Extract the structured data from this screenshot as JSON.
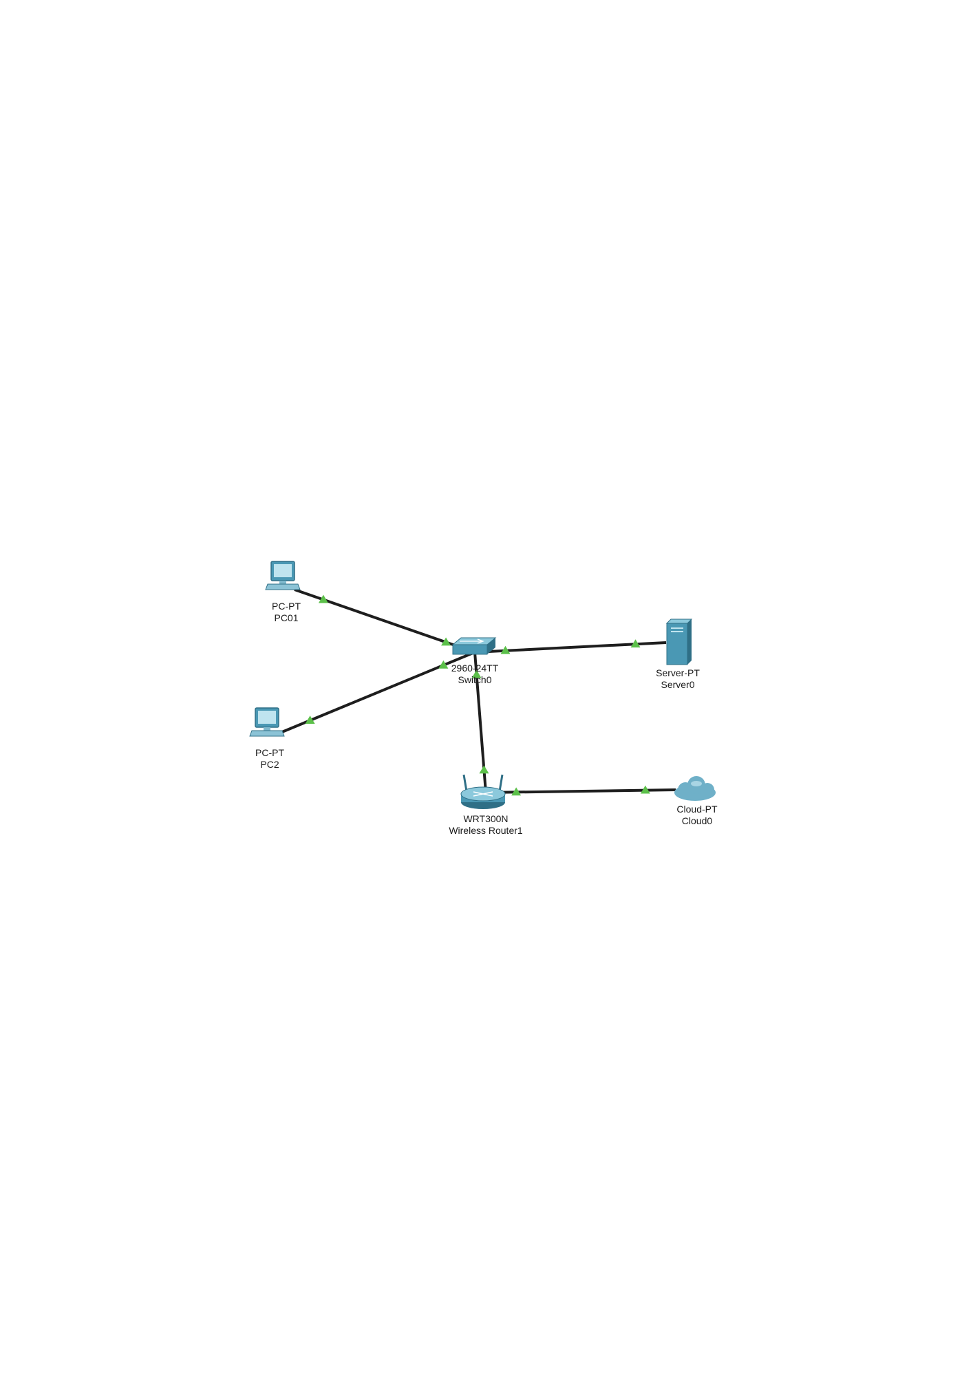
{
  "devices": [
    {
      "id": "pc01",
      "model": "PC-PT",
      "name": "PC01",
      "icon": "pc-icon"
    },
    {
      "id": "pc2",
      "model": "PC-PT",
      "name": "PC2",
      "icon": "pc-icon"
    },
    {
      "id": "switch0",
      "model": "2960-24TT",
      "name": "Switch0",
      "icon": "switch-icon"
    },
    {
      "id": "server0",
      "model": "Server-PT",
      "name": "Server0",
      "icon": "server-icon"
    },
    {
      "id": "router1",
      "model": "WRT300N",
      "name": "Wireless Router1",
      "icon": "wireless-router-icon"
    },
    {
      "id": "cloud0",
      "model": "Cloud-PT",
      "name": "Cloud0",
      "icon": "cloud-icon"
    }
  ],
  "links": [
    {
      "from": "pc01",
      "to": "switch0",
      "status": "up"
    },
    {
      "from": "pc2",
      "to": "switch0",
      "status": "up"
    },
    {
      "from": "switch0",
      "to": "server0",
      "status": "up"
    },
    {
      "from": "switch0",
      "to": "router1",
      "status": "up"
    },
    {
      "from": "router1",
      "to": "cloud0",
      "status": "up"
    }
  ],
  "colors": {
    "link": "#1e1e1e",
    "link_up": "#5cc04a",
    "device_fill": "#4a98b4",
    "device_dark": "#2f6f86",
    "label": "#1a1a1a"
  }
}
